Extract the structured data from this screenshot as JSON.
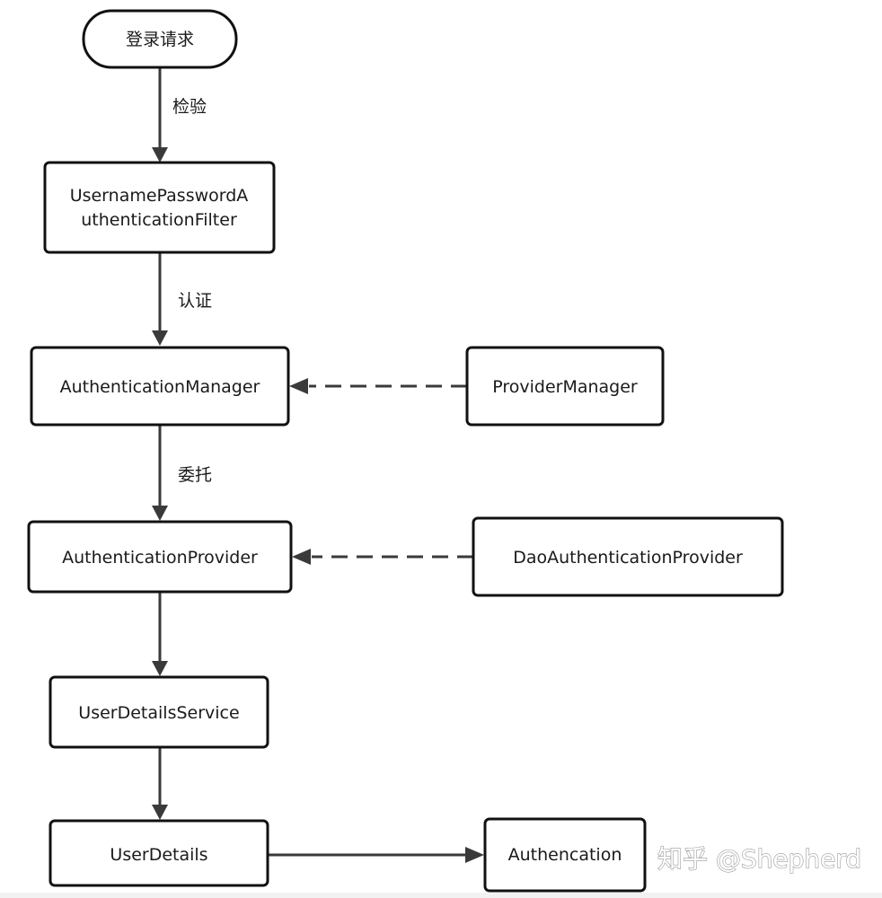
{
  "nodes": {
    "login_request": "登录请求",
    "username_filter_line1": "UsernamePasswordA",
    "username_filter_line2": "uthenticationFilter",
    "authentication_manager": "AuthenticationManager",
    "provider_manager": "ProviderManager",
    "authentication_provider": "AuthenticationProvider",
    "dao_authentication_provider": "DaoAuthenticationProvider",
    "user_details_service": "UserDetailsService",
    "user_details": "UserDetails",
    "authencation": "Authencation"
  },
  "edges": {
    "check_label": "检验",
    "authenticate_label": "认证",
    "delegate_label": "委托"
  },
  "watermark": "知乎 @Shepherd",
  "colors": {
    "stroke": "#111111",
    "arrow": "#3a3a3a",
    "text": "#1a1a1a",
    "background": "#ffffff"
  }
}
